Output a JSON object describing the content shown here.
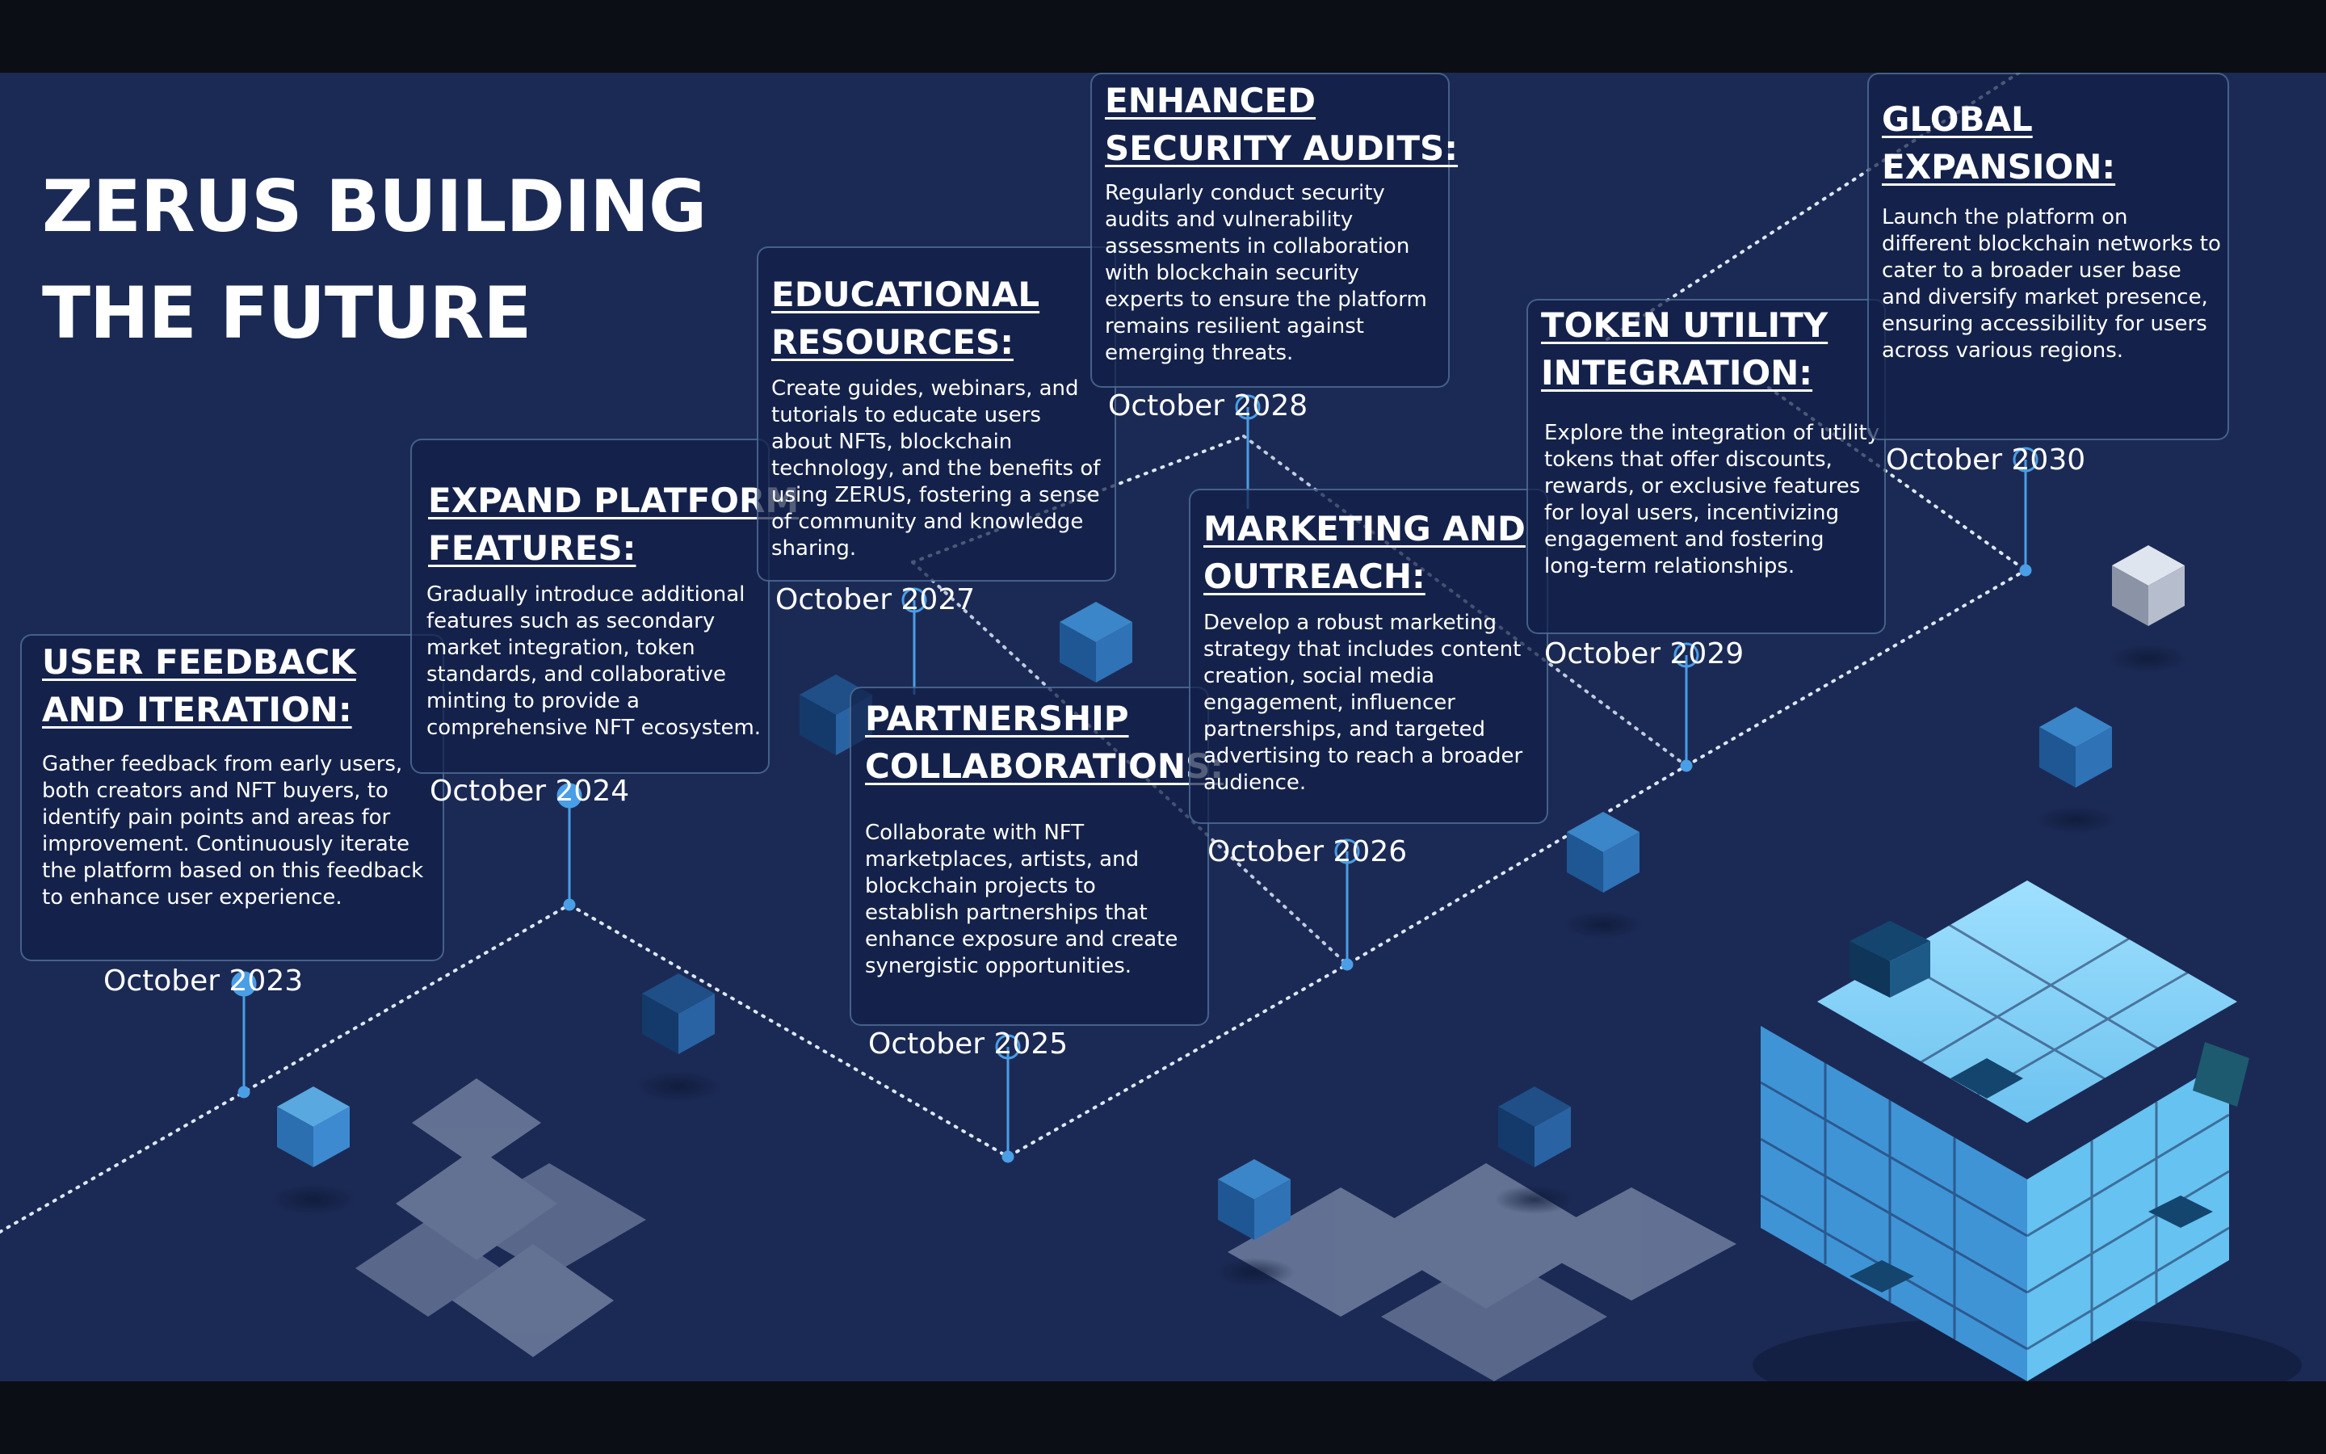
{
  "title": {
    "line1": "ZERUS BUILDING",
    "line2": "THE FUTURE"
  },
  "colors": {
    "background": "#1b2a55",
    "accent": "#4a9ee6",
    "text": "#ffffff",
    "card_border": "#6e96be"
  },
  "milestones": [
    {
      "title_line1": "USER FEEDBACK",
      "title_line2": "AND ITERATION:",
      "description": "Gather feedback from early users, both creators and NFT buyers, to identify pain points and areas for improvement. Continuously iterate the platform based on this feedback to enhance user experience.",
      "date": "October 2023"
    },
    {
      "title_line1": "EXPAND PLATFORM",
      "title_line2": "FEATURES:",
      "description": "Gradually introduce additional features such as secondary market integration, token standards, and collaborative minting to provide a comprehensive NFT ecosystem.",
      "date": "October 2024"
    },
    {
      "title_line1": "PARTNERSHIP",
      "title_line2": "COLLABORATIONS:",
      "description": "Collaborate with NFT marketplaces, artists, and blockchain projects to establish partnerships that enhance exposure and create synergistic opportunities.",
      "date": "October 2025"
    },
    {
      "title_line1": "MARKETING AND",
      "title_line2": "OUTREACH:",
      "description": "Develop a robust marketing strategy that includes content creation, social media engagement, influencer partnerships, and targeted advertising to reach a broader audience.",
      "date": "October 2026"
    },
    {
      "title_line1": "EDUCATIONAL",
      "title_line2": "RESOURCES:",
      "description": "Create guides, webinars, and tutorials to educate users about NFTs, blockchain technology, and the benefits of using ZERUS, fostering a sense of community and knowledge sharing.",
      "date": "October 2027"
    },
    {
      "title_line1": "ENHANCED",
      "title_line2": "SECURITY AUDITS:",
      "description": "Regularly conduct security audits and vulnerability assessments in collaboration with blockchain security experts to ensure the platform remains resilient against emerging threats.",
      "date": "October 2028"
    },
    {
      "title_line1": "TOKEN UTILITY",
      "title_line2": "INTEGRATION:",
      "description": "Explore the integration of utility tokens that offer discounts, rewards, or exclusive features for loyal users, incentivizing engagement and fostering long-term relationships.",
      "date": "October 2029"
    },
    {
      "title_line1": "GLOBAL",
      "title_line2": "EXPANSION:",
      "description": "Launch the platform on different blockchain networks to cater to a broader user base and diversify market presence, ensuring accessibility for users across various regions.",
      "date": "October 2030"
    }
  ]
}
